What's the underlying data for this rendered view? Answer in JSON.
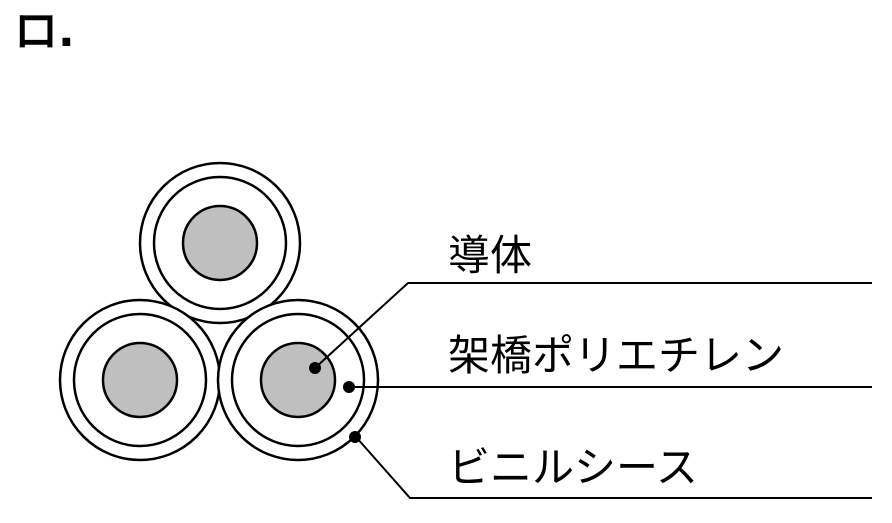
{
  "heading": "ロ.",
  "labels": {
    "conductor": "導体",
    "insulation": "架橋ポリエチレン",
    "sheath": "ビニルシース"
  },
  "colors": {
    "conductor_fill": "#bfbfbf",
    "stroke": "#000000",
    "background": "#ffffff"
  }
}
